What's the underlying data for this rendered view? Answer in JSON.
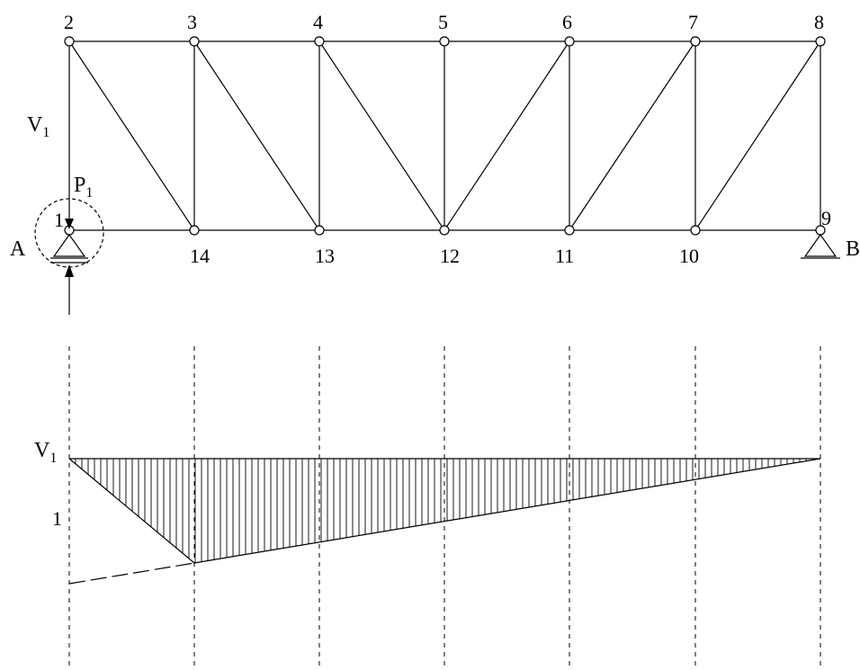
{
  "truss": {
    "top_nodes": [
      "2",
      "3",
      "4",
      "5",
      "6",
      "7",
      "8"
    ],
    "bottom_nodes": [
      "1",
      "14",
      "13",
      "12",
      "11",
      "10",
      "9"
    ]
  },
  "labels": {
    "support_left": "A",
    "support_right": "B",
    "member_force": "V",
    "member_force_sub": "1",
    "load": "P",
    "load_sub": "1"
  },
  "influence_line": {
    "label": "V",
    "label_sub": "1",
    "unit_value": "1"
  },
  "colors": {
    "line": "#000000",
    "node_fill": "#ffffff"
  }
}
